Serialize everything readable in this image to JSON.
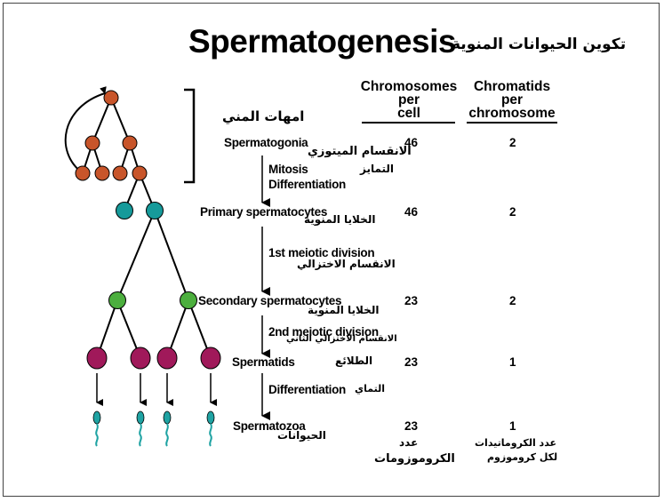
{
  "title": "Spermatogenesis",
  "title_ar": "تكوين الحيوانات المنوية",
  "spermatogonia_ar": "امهات المني",
  "headers": {
    "chromosomes": [
      "Chromosomes",
      "per",
      "cell"
    ],
    "chromatids": [
      "Chromatids",
      "per",
      "chromosome"
    ]
  },
  "stages": {
    "spermatogonia": {
      "label": "Spermatogonia",
      "chromosomes": "46",
      "chromatids": "2"
    },
    "primary": {
      "label": "Primary spermatocytes",
      "label_ar": "الخلايا المنوية",
      "chromosomes": "46",
      "chromatids": "2"
    },
    "secondary": {
      "label": "Secondary spermatocytes",
      "label_ar": "الخلايا المنوية",
      "chromosomes": "23",
      "chromatids": "2"
    },
    "spermatids": {
      "label": "Spermatids",
      "label_ar": "الطلائع",
      "chromosomes": "23",
      "chromatids": "1"
    },
    "spermatozoa": {
      "label": "Spermatozoa",
      "label_ar": "الحيوانات",
      "chromosomes": "23",
      "chromatids": "1"
    }
  },
  "processes": {
    "mitosis": "Mitosis",
    "mitosis_ar": "الانقسام الميتوزي",
    "differentiation1": "Differentiation",
    "differentiation1_ar": "التمايز",
    "meiosis1": "1st meiotic division",
    "meiosis1_ar": "الانقسام الاختزالي",
    "meiosis2": "2nd meiotic division",
    "meiosis2_ar": "الانقسام الاختزالي الثاني",
    "differentiation2": "Differentiation",
    "differentiation2_ar": "التماي"
  },
  "footnotes": {
    "chromosomes_ar": [
      "عدد",
      "الكروموزومات"
    ],
    "chromatids_ar": [
      "عدد الكروماتيدات",
      "لكل كروموزوم"
    ]
  },
  "colors": {
    "spermatogonia": "#c8552a",
    "primary": "#169a9a",
    "secondary": "#4caf3e",
    "spermatids": "#a0195a",
    "spermatozoa": "#1fa3a3"
  }
}
